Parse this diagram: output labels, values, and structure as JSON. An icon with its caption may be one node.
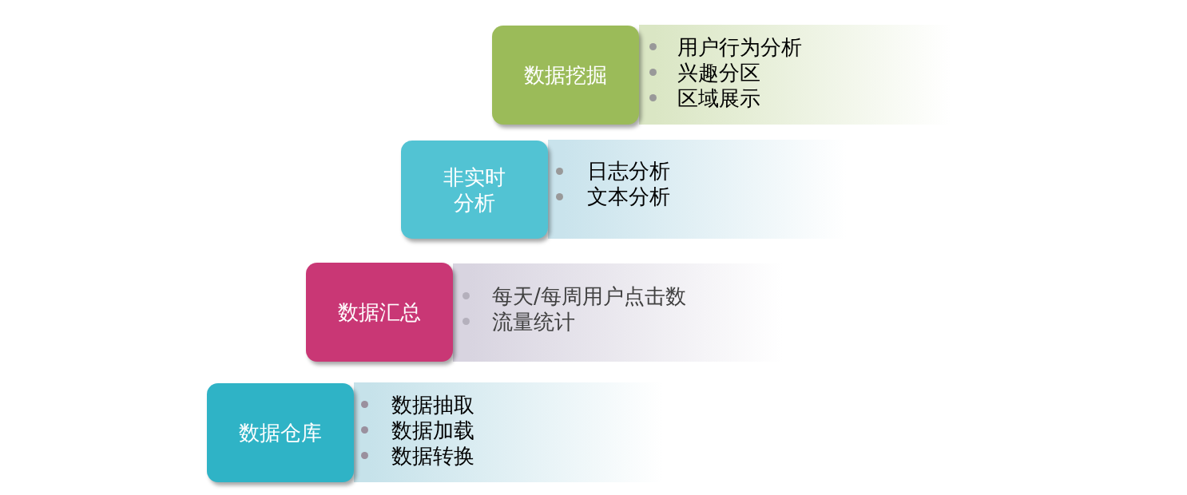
{
  "diagram": {
    "nodes": [
      {
        "text": [
          "数据挖掘"
        ]
      },
      {
        "text": [
          "用户行为分析",
          "兴趣分区",
          "区域展示"
        ]
      },
      {
        "text": [
          "非实时分析"
        ]
      },
      {
        "text": [
          "日志分析",
          "文本分析"
        ]
      },
      {
        "text": [
          "数据汇总"
        ]
      },
      {
        "text": [
          "每天/每周用户点击数",
          "流量统计"
        ]
      },
      {
        "text": [
          "数据仓库"
        ]
      },
      {
        "text": [
          "数据抽取",
          "数据加载",
          "数据转换"
        ]
      }
    ],
    "edges": []
  }
}
